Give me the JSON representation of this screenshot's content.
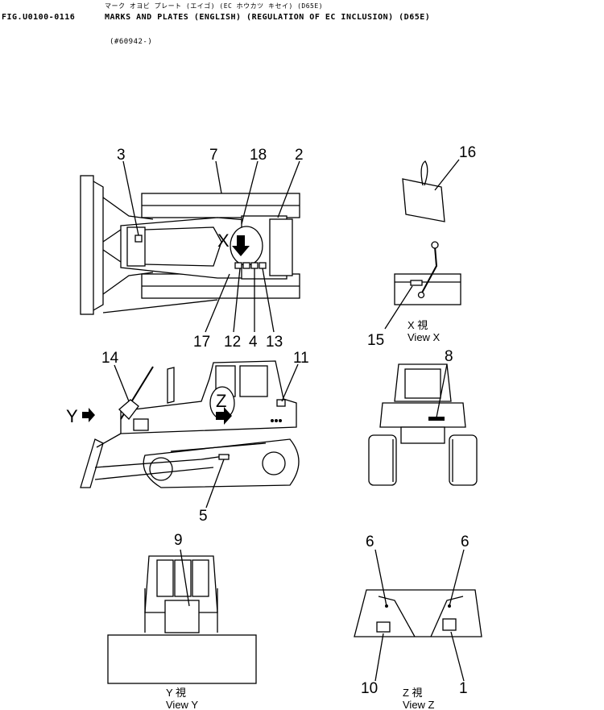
{
  "header": {
    "jp_title": "マーク オヨビ プレート (エイゴ) (EC ホウカツ キセイ) (D65E)",
    "fig_no": "FIG.U0100-0116",
    "title": "MARKS AND PLATES (ENGLISH) (REGULATION OF EC INCLUSION) (D65E)",
    "serial": "(#60942-)"
  },
  "callouts": {
    "c1": "1",
    "c2": "2",
    "c3": "3",
    "c4": "4",
    "c5": "5",
    "c6a": "6",
    "c6b": "6",
    "c7": "7",
    "c8": "8",
    "c9": "9",
    "c10": "10",
    "c11": "11",
    "c12": "12",
    "c13": "13",
    "c14": "14",
    "c15": "15",
    "c16": "16",
    "c17": "17",
    "c18": "18"
  },
  "view_markers": {
    "x": "X",
    "y": "Y",
    "z": "Z"
  },
  "views": {
    "x": {
      "jp": "X  視",
      "en": "View X"
    },
    "y": {
      "jp": "Y  視",
      "en": "View Y"
    },
    "z": {
      "jp": "Z  視",
      "en": "View Z"
    }
  }
}
